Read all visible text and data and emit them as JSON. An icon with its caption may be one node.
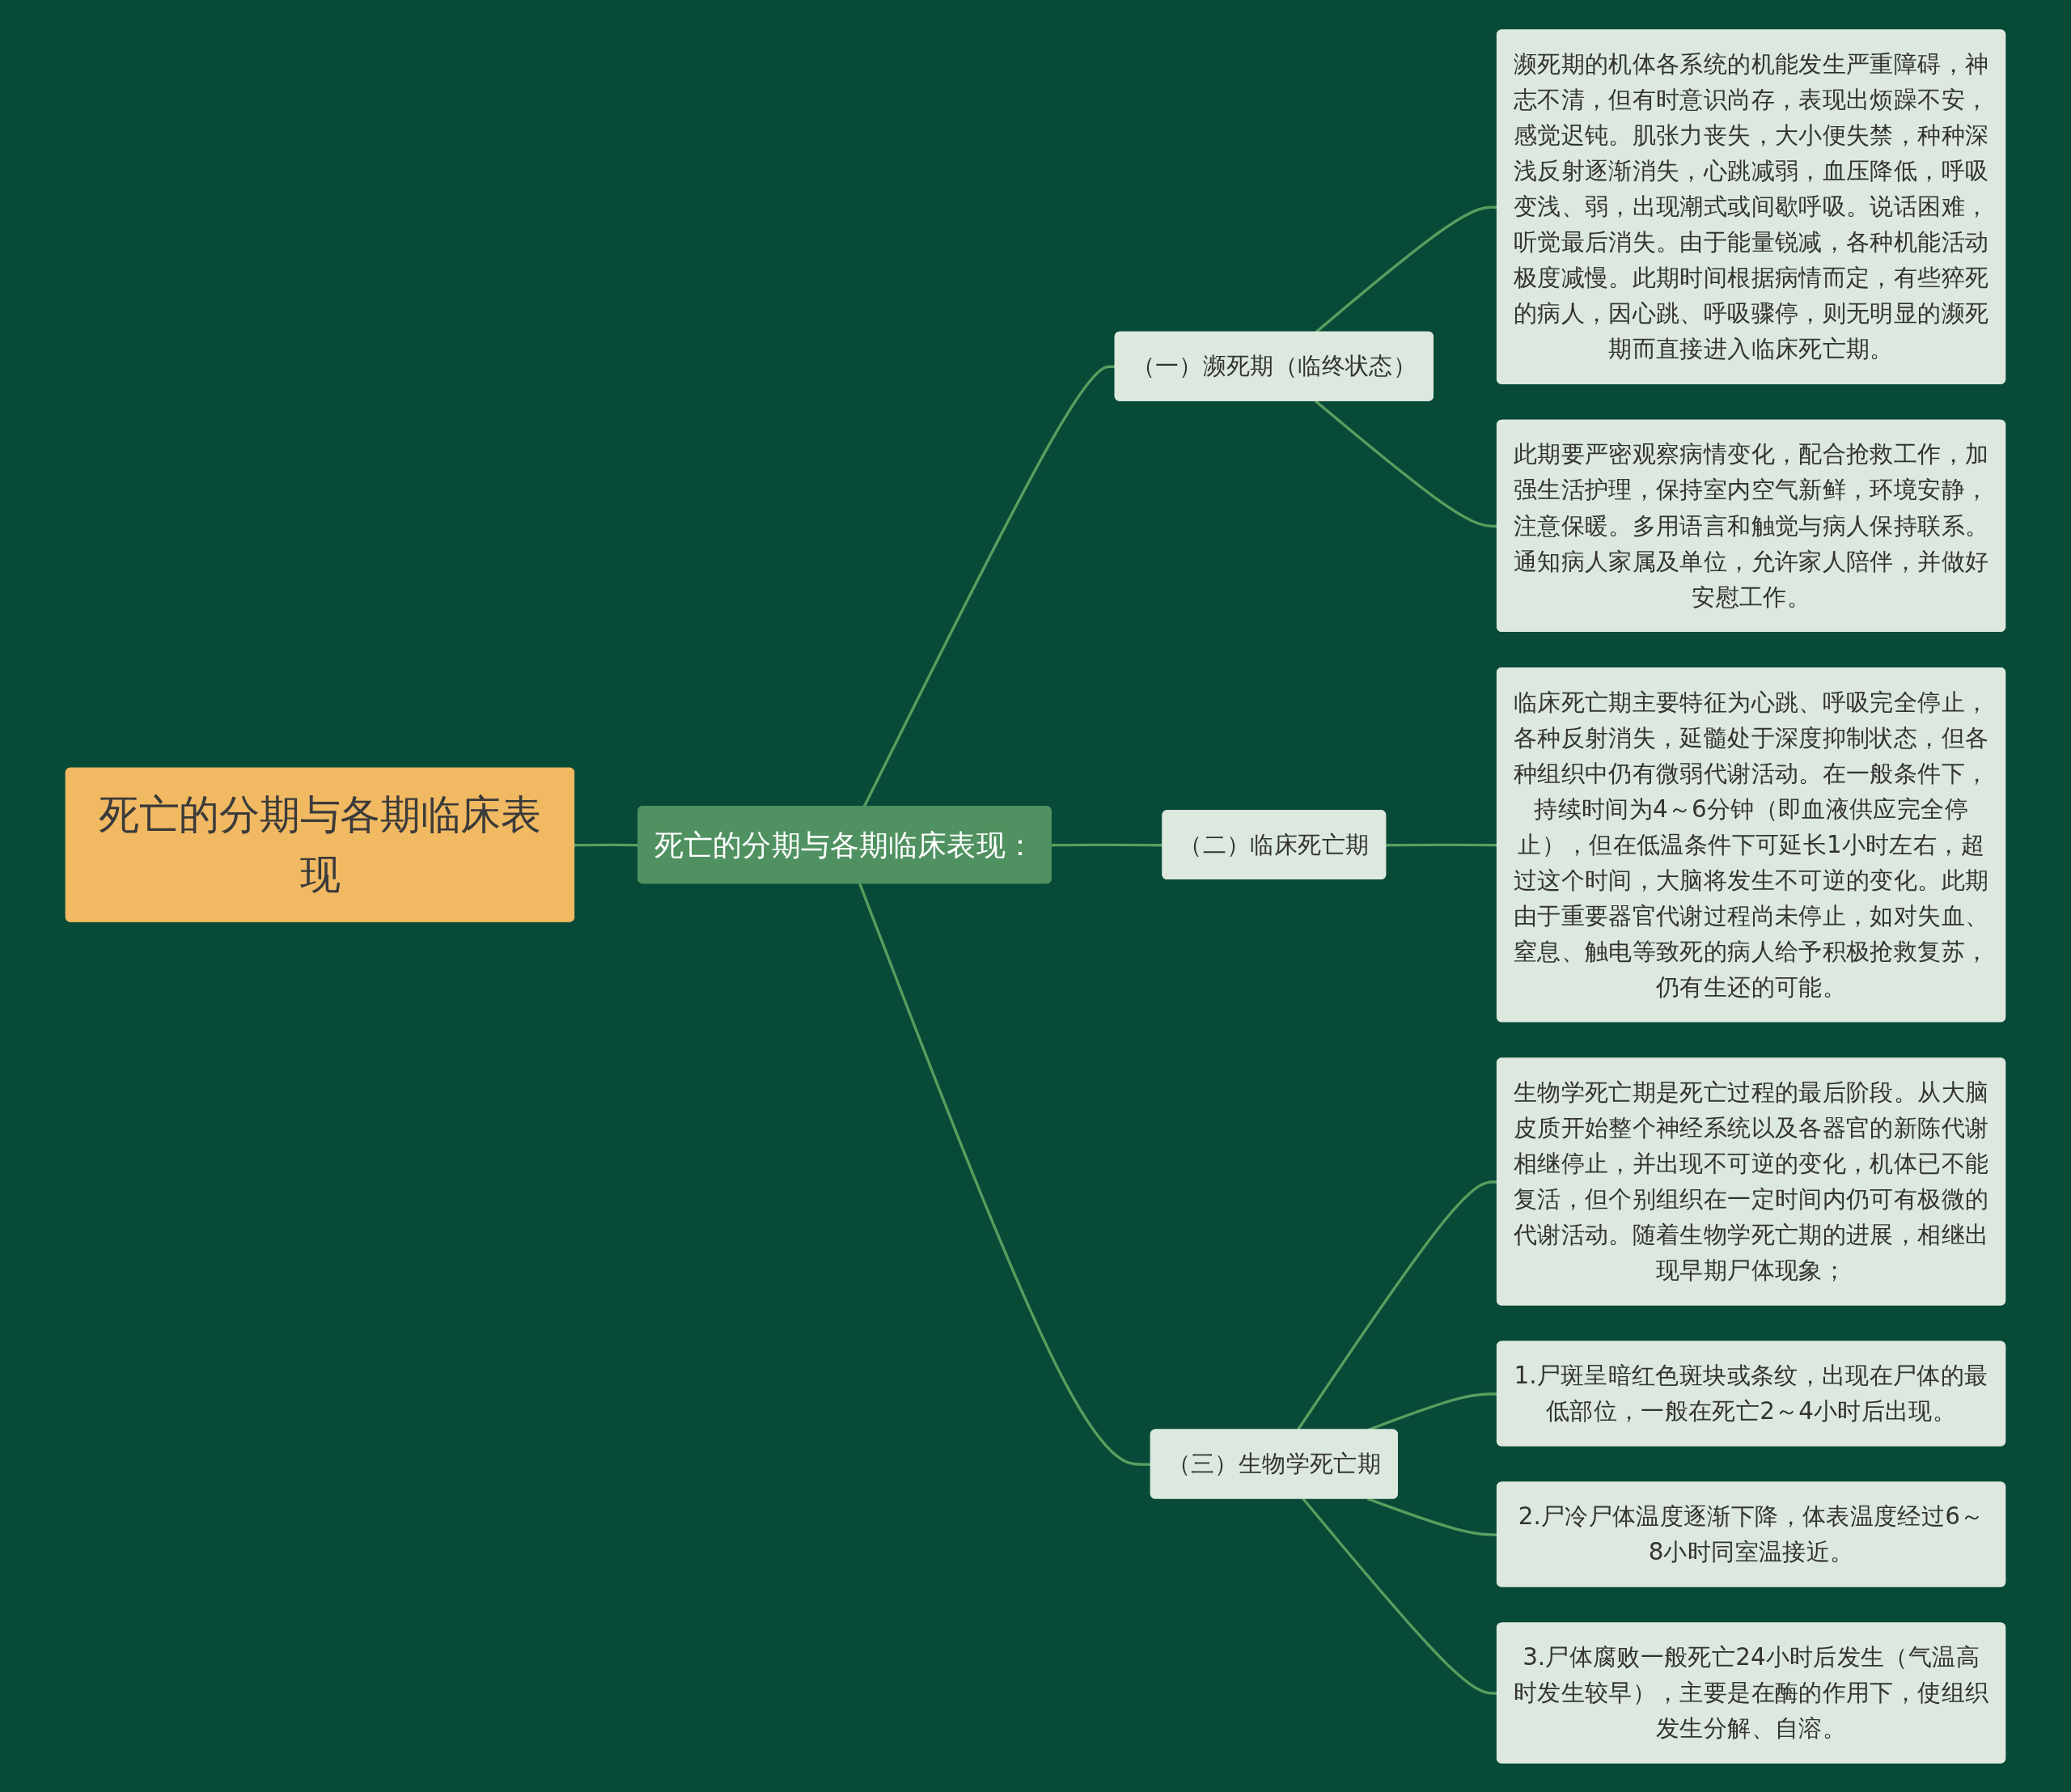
{
  "diagram": {
    "nodes": [
      {
        "text": [
          "死亡的分期与各期临床表现"
        ]
      },
      {
        "text": [
          "死亡的分期与各期临床表现："
        ]
      },
      {
        "text": [
          "（一）濒死期（临终状态）"
        ]
      },
      {
        "text": [
          "濒死期的机体各系统的机能发生严重障碍，神志不清，但有时意识尚存，表现出烦躁不安，感觉迟钝。肌张力丧失，大小便失禁，种种深浅反射逐渐消失，心跳减弱，血压降低，呼吸变浅、弱，出现潮式或间歇呼吸。说话困难，听觉最后消失。由于能量锐减，各种机能活动极度减慢。此期时间根据病情而定，有些猝死的病人，因心跳、呼吸骤停，则无明显的濒死期而直接进入临床死亡期。"
        ]
      },
      {
        "text": [
          "此期要严密观察病情变化，配合抢救工作，加强生活护理，保持室内空气新鲜，环境安静，注意保暖。多用语言和触觉与病人保持联系。通知病人家属及单位，允许家人陪伴，并做好安慰工作。"
        ]
      },
      {
        "text": [
          "（二）临床死亡期"
        ]
      },
      {
        "text": [
          "临床死亡期主要特征为心跳、呼吸完全停止，各种反射消失，延髓处于深度抑制状态，但各种组织中仍有微弱代谢活动。在一般条件下，持续时间为4～6分钟（即血液供应完全停止），但在低温条件下可延长1小时左右，超过这个时间，大脑将发生不可逆的变化。此期由于重要器官代谢过程尚未停止，如对失血、窒息、触电等致死的病人给予积极抢救复苏，仍有生还的可能。"
        ]
      },
      {
        "text": [
          "（三）生物学死亡期"
        ]
      },
      {
        "text": [
          "生物学死亡期是死亡过程的最后阶段。从大脑皮质开始整个神经系统以及各器官的新陈代谢相继停止，并出现不可逆的变化，机体已不能复活，但个别组织在一定时间内仍可有极微的代谢活动。随着生物学死亡期的进展，相继出现早期尸体现象；"
        ]
      },
      {
        "text": [
          "1.尸斑呈暗红色斑块或条纹，出现在尸体的最低部位，一般在死亡2～4小时后出现。"
        ]
      },
      {
        "text": [
          "2.尸冷尸体温度逐渐下降，体表温度经过6～8小时同室温接近。"
        ]
      },
      {
        "text": [
          "3.尸体腐败一般死亡24小时后发生（气温高时发生较早），主要是在酶的作用下，使组织发生分解、自溶。"
        ]
      }
    ],
    "edges": [
      {
        "from": 0,
        "to": 1,
        "arrow": "none"
      },
      {
        "from": 1,
        "to": 2,
        "arrow": "none"
      },
      {
        "from": 2,
        "to": 3,
        "arrow": "none"
      },
      {
        "from": 2,
        "to": 4,
        "arrow": "none"
      },
      {
        "from": 1,
        "to": 5,
        "arrow": "none"
      },
      {
        "from": 5,
        "to": 6,
        "arrow": "none"
      },
      {
        "from": 1,
        "to": 7,
        "arrow": "none"
      },
      {
        "from": 7,
        "to": 8,
        "arrow": "none"
      },
      {
        "from": 7,
        "to": 9,
        "arrow": "none"
      },
      {
        "from": 7,
        "to": 10,
        "arrow": "none"
      },
      {
        "from": 7,
        "to": 11,
        "arrow": "none"
      }
    ]
  }
}
